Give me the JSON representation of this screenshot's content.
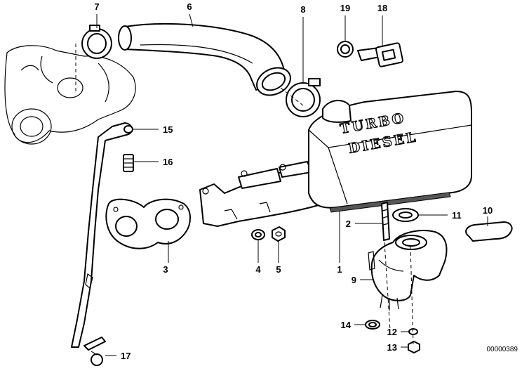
{
  "parts": [
    {
      "number": "1"
    },
    {
      "number": "2"
    },
    {
      "number": "3"
    },
    {
      "number": "4"
    },
    {
      "number": "5"
    },
    {
      "number": "6"
    },
    {
      "number": "7"
    },
    {
      "number": "8"
    },
    {
      "number": "9"
    },
    {
      "number": "10"
    },
    {
      "number": "11"
    },
    {
      "number": "12"
    },
    {
      "number": "13"
    },
    {
      "number": "14"
    },
    {
      "number": "15"
    },
    {
      "number": "16"
    },
    {
      "number": "17"
    },
    {
      "number": "18"
    },
    {
      "number": "19"
    }
  ],
  "cover_text": {
    "line1": "TURBO",
    "line2": "DIESEL"
  },
  "drawing_ref": "00000389"
}
